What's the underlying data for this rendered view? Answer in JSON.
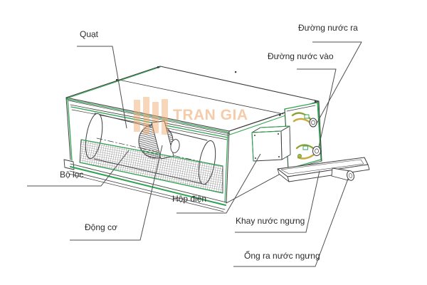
{
  "diagram": {
    "labels": {
      "fan": "Quạt",
      "water_out": "Đường nước ra",
      "water_in": "Đường nước vào",
      "filter": "Bộ lọc",
      "electrical_box": "Hộp điện",
      "motor": "Động cơ",
      "condensate_tray": "Khay nước ngưng",
      "condensate_outlet": "Ống ra nước ngưng"
    }
  },
  "watermark": {
    "text": "TRAN GIA"
  },
  "colors": {
    "line": "#3c3c3c",
    "accent_green": "#2ea351",
    "pipe_yellow": "#c6ac3e",
    "leader": "#4f4f4f",
    "watermark_orange": "#eeaa6c",
    "label_text": "#2b2b2b",
    "background": "#ffffff"
  }
}
